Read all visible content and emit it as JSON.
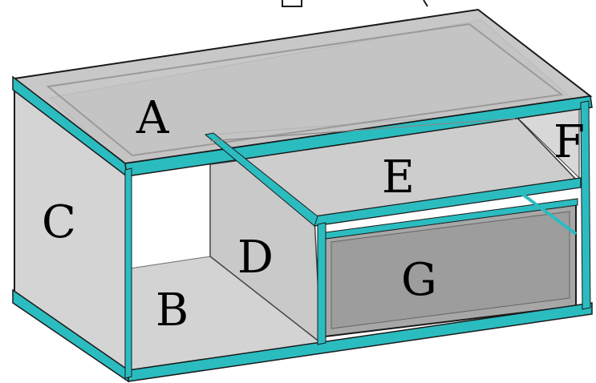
{
  "labels": {
    "A": "A",
    "B": "B",
    "C": "C",
    "D": "D",
    "E": "E",
    "F": "F",
    "G": "G"
  },
  "colors": {
    "edge": "#2bbcc0",
    "panel": "#d2d2d2",
    "panel_dark": "#a9a9a9",
    "glass": "#c4c4c4",
    "outline": "#1a1a1a"
  }
}
